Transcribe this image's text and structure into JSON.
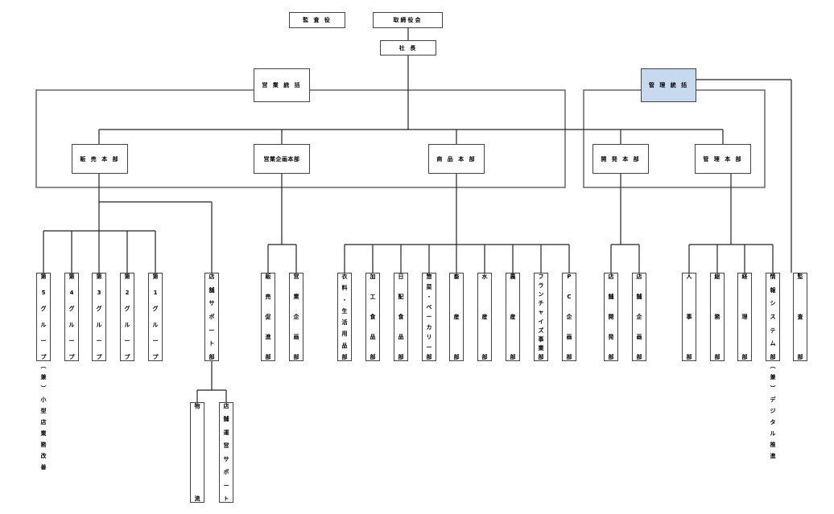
{
  "title": "組織図",
  "colors": {
    "highlight": "#c6d9ef",
    "line": "#444444",
    "frame": "#666666"
  },
  "top": {
    "auditor": "監 査 役",
    "board": "取締役会",
    "president": "社 長"
  },
  "divisions": {
    "sales_control": "営 業 統 括",
    "admin_control": "管 理 統 括"
  },
  "headquarters": [
    {
      "id": "hanbai",
      "label": "販 売 本 部"
    },
    {
      "id": "eigyokikaku",
      "label": "営業企画本部"
    },
    {
      "id": "shohin",
      "label": "商 品 本 部"
    },
    {
      "id": "kaihatsu",
      "label": "開 発 本 部"
    },
    {
      "id": "kanri",
      "label": "管 理 本 部"
    }
  ],
  "departments": {
    "hanbai": [
      {
        "label": "第5グループ",
        "chars": [
          "第",
          "5",
          "グ",
          "ル",
          "ー",
          "プ"
        ]
      },
      {
        "label": "第4グループ",
        "chars": [
          "第",
          "4",
          "グ",
          "ル",
          "ー",
          "プ"
        ]
      },
      {
        "label": "第3グループ",
        "chars": [
          "第",
          "3",
          "グ",
          "ル",
          "ー",
          "プ"
        ]
      },
      {
        "label": "第2グループ",
        "chars": [
          "第",
          "2",
          "グ",
          "ル",
          "ー",
          "プ"
        ]
      },
      {
        "label": "第1グループ",
        "chars": [
          "第",
          "1",
          "グ",
          "ル",
          "ー",
          "プ"
        ]
      },
      {
        "label": "店舗サポート部",
        "chars": [
          "店",
          "舗",
          "サ",
          "ポ",
          "ー",
          "ト",
          "部"
        ]
      }
    ],
    "tenpo_support_children": [
      {
        "label": "物流",
        "chars": [
          "物",
          "流"
        ]
      },
      {
        "label": "店舗運営サポート",
        "chars": [
          "店",
          "舗",
          "運",
          "営",
          "サ",
          "ポ",
          "ー",
          "ト"
        ]
      }
    ],
    "eigyokikaku": [
      {
        "label": "販売促進部",
        "chars": [
          "販",
          "売",
          "促",
          "進",
          "部"
        ]
      },
      {
        "label": "営業企画部",
        "chars": [
          "営",
          "業",
          "企",
          "画",
          "部"
        ]
      }
    ],
    "shohin": [
      {
        "label": "衣料・生活用品部",
        "chars": [
          "衣",
          "料",
          "・",
          "生",
          "活",
          "用",
          "品",
          "部"
        ]
      },
      {
        "label": "加工食品部",
        "chars": [
          "加",
          "工",
          "食",
          "品",
          "部"
        ]
      },
      {
        "label": "日配食品部",
        "chars": [
          "日",
          "配",
          "食",
          "品",
          "部"
        ]
      },
      {
        "label": "惣菜・ベーカリー部",
        "chars": [
          "惣",
          "菜",
          "・",
          "ベ",
          "ー",
          "カ",
          "リ",
          "ー",
          "部"
        ]
      },
      {
        "label": "畜産部",
        "chars": [
          "畜",
          "産",
          "部"
        ]
      },
      {
        "label": "水産部",
        "chars": [
          "水",
          "産",
          "部"
        ]
      },
      {
        "label": "農産部",
        "chars": [
          "農",
          "産",
          "部"
        ]
      },
      {
        "label": "フランチャイズ事業部",
        "chars": [
          "フ",
          "ラ",
          "ン",
          "チ",
          "ャ",
          "イ",
          "ズ",
          "事",
          "業",
          "部"
        ]
      },
      {
        "label": "PC企画部",
        "chars": [
          "P",
          "C",
          "企",
          "画",
          "部"
        ]
      }
    ],
    "kaihatsu": [
      {
        "label": "店舗開発部",
        "chars": [
          "店",
          "舗",
          "開",
          "発",
          "部"
        ]
      },
      {
        "label": "店舗企画部",
        "chars": [
          "店",
          "舗",
          "企",
          "画",
          "部"
        ]
      }
    ],
    "kanri": [
      {
        "label": "人事部",
        "chars": [
          "人",
          "事",
          "部"
        ]
      },
      {
        "label": "総務部",
        "chars": [
          "総",
          "務",
          "部"
        ]
      },
      {
        "label": "経理部",
        "chars": [
          "経",
          "理",
          "部"
        ]
      },
      {
        "label": "情報システム部",
        "chars": [
          "情",
          "報",
          "シ",
          "ス",
          "テ",
          "ム",
          "部"
        ]
      }
    ],
    "audit": [
      {
        "label": "監査部",
        "chars": [
          "監",
          "査",
          "部"
        ]
      }
    ]
  },
  "notes": {
    "group5": {
      "label": "（兼）小型店業務改善",
      "chars": [
        "︵",
        "兼",
        "︶",
        "小",
        "型",
        "店",
        "業",
        "務",
        "改",
        "善"
      ]
    },
    "info_system": {
      "label": "（兼）デジタル推進",
      "chars": [
        "︵",
        "兼",
        "︶",
        "デ",
        "ジ",
        "タ",
        "ル",
        "推",
        "進"
      ]
    }
  }
}
